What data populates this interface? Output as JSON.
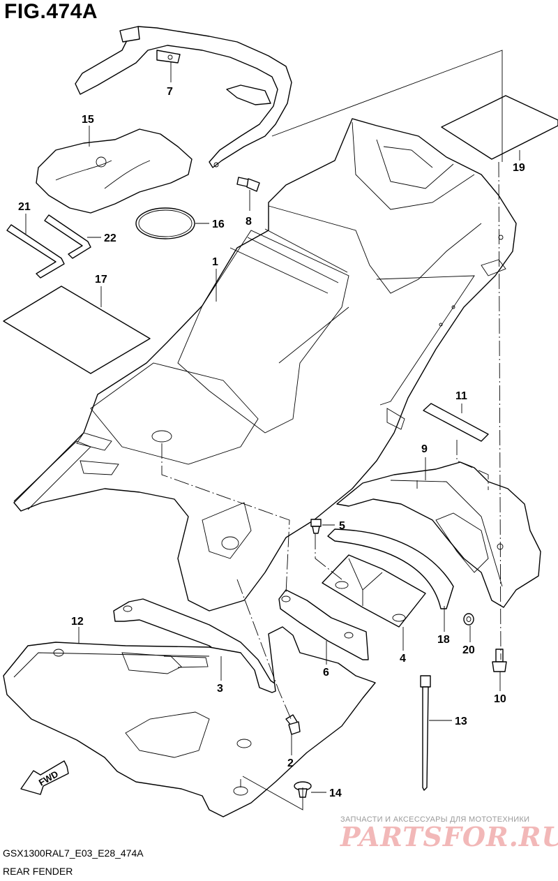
{
  "figure": {
    "title": "FIG.474A"
  },
  "footer": {
    "code": "GSX1300RAL7_E03_E28_474A",
    "name": "REAR FENDER"
  },
  "watermark": {
    "line": "ЗАПЧАСТИ И АКСЕССУАРЫ ДЛЯ МОТОТЕХНИКИ",
    "logo": "PARTSFOR.RU"
  },
  "direction_badge": "FWD",
  "callouts": {
    "p1": "1",
    "p2": "2",
    "p3": "3",
    "p4": "4",
    "p5": "5",
    "p6": "6",
    "p7": "7",
    "p8": "8",
    "p9": "9",
    "p10": "10",
    "p11": "11",
    "p12": "12",
    "p13": "13",
    "p14": "14",
    "p15": "15",
    "p16": "16",
    "p17": "17",
    "p18": "18",
    "p19": "19",
    "p20": "20",
    "p21": "21",
    "p22": "22"
  }
}
